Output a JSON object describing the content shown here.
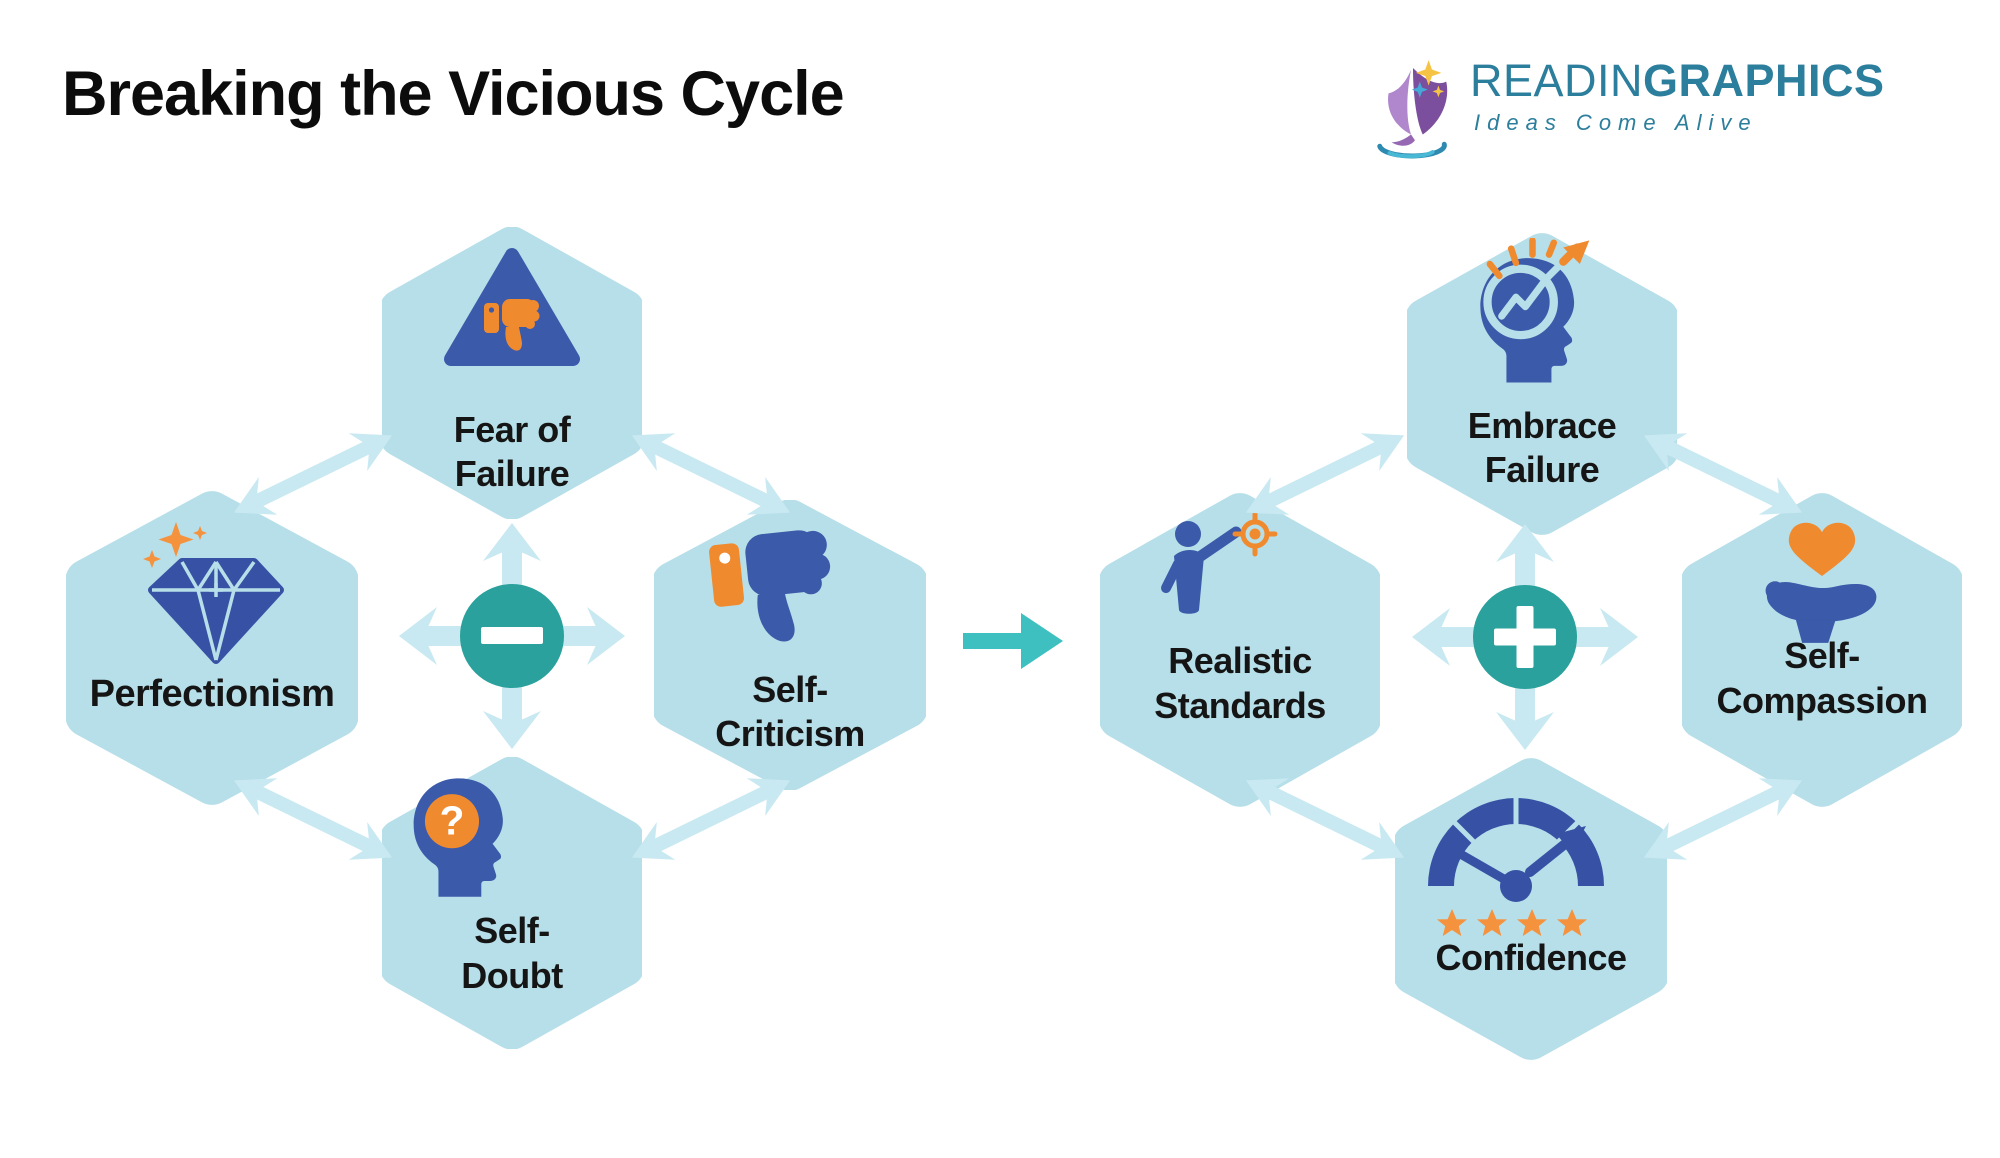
{
  "title": "Breaking the Vicious Cycle",
  "logo": {
    "brand_regular": "READIN",
    "brand_bold": "GRAPHICS",
    "tagline": "Ideas Come Alive"
  },
  "colors": {
    "hexagon_fill": "#B7DFE9",
    "connector_light": "#C8E9F1",
    "badge_teal": "#2AA19C",
    "transition_arrow_teal": "#3EC0C1",
    "icon_blue": "#3B5AA9",
    "icon_orange": "#F08A2F",
    "text_dark": "#151515",
    "logo_teal": "#2C7E9D"
  },
  "vicious_cycle": {
    "operator": "minus",
    "nodes": {
      "top": {
        "line1": "Fear of",
        "line2": "Failure",
        "icon": "warning-thumbs-down-icon"
      },
      "right": {
        "line1": "Self-",
        "line2": "Criticism",
        "icon": "thumbs-down-icon"
      },
      "bottom": {
        "line1": "Self-",
        "line2": "Doubt",
        "icon": "head-question-icon"
      },
      "left": {
        "line1": "Perfectionism",
        "line2": "",
        "icon": "diamond-sparkle-icon"
      }
    }
  },
  "virtuous_cycle": {
    "operator": "plus",
    "nodes": {
      "top": {
        "line1": "Embrace",
        "line2": "Failure",
        "icon": "head-growth-icon"
      },
      "right": {
        "line1": "Self-",
        "line2": "Compassion",
        "icon": "hand-heart-icon"
      },
      "bottom": {
        "line1": "Confidence",
        "line2": "",
        "icon": "gauge-stars-icon"
      },
      "left": {
        "line1": "Realistic",
        "line2": "Standards",
        "icon": "person-target-icon"
      }
    }
  }
}
